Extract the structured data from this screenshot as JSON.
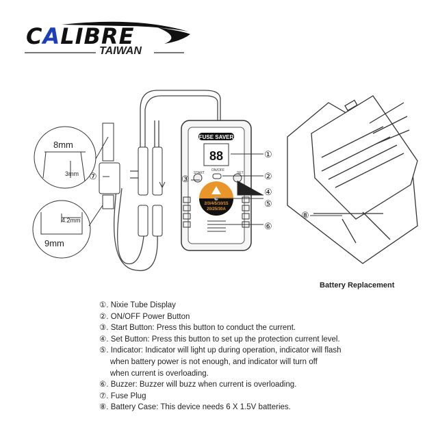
{
  "brand": {
    "name_part1": "C",
    "name_accent": "A",
    "name_part2": "LIBRE",
    "subtitle": "TAIWAN",
    "accent_color": "#1b3fb8"
  },
  "device": {
    "title": "FUSE SAVER",
    "display": "88",
    "start_label": "START",
    "onoff_label": "ON/OFF",
    "set_label": "SET",
    "indicator_line1": "2/3/4/5/10/15",
    "indicator_line2": "20/25/30A",
    "indicator_color": "#e8962a"
  },
  "callouts": [
    "①",
    "②",
    "③",
    "④",
    "⑤",
    "⑥",
    "⑦",
    "⑧"
  ],
  "dimensions": {
    "top_width": "8mm",
    "top_small": "3mm",
    "bottom_small": "4.2mm",
    "bottom_width": "9mm"
  },
  "battery_caption": "Battery Replacement",
  "legend": [
    "①. Nixie Tube Display",
    "②. ON/OFF Power Button",
    "③. Start Button: Press this button to conduct the current.",
    "④. Set Button: Press this button to set up the protection current level.",
    "⑤. Indicator: Indicator will light up during operation, indicator will flash",
    "     when battery power is not enough, and indicator will turn off",
    "     when current is overloading.",
    "⑥. Buzzer: Buzzer will buzz when current is overloading.",
    "⑦. Fuse Plug",
    "⑧. Battery Case: This device needs 6 X 1.5V batteries."
  ]
}
